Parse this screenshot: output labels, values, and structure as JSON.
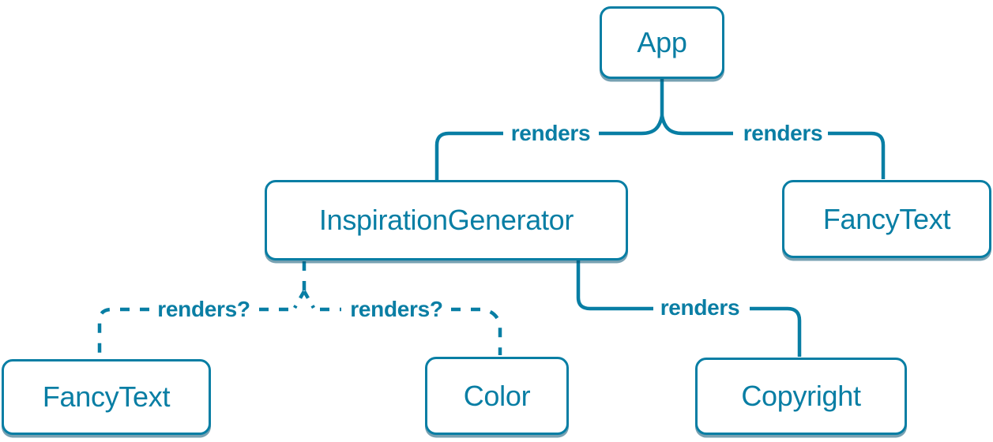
{
  "colors": {
    "accent": "#087ea4",
    "node_background": "#ffffff",
    "node_shadow": "rgba(7,84,115,0.55)"
  },
  "nodes": [
    {
      "id": "app",
      "label": "App"
    },
    {
      "id": "inspiration-generator",
      "label": "InspirationGenerator"
    },
    {
      "id": "fancy-text-top",
      "label": "FancyText"
    },
    {
      "id": "fancy-text-bottom",
      "label": "FancyText"
    },
    {
      "id": "color",
      "label": "Color"
    },
    {
      "id": "copyright",
      "label": "Copyright"
    }
  ],
  "edges": [
    {
      "from": "app",
      "to": "inspiration-generator",
      "label": "renders",
      "style": "solid"
    },
    {
      "from": "app",
      "to": "fancy-text-top",
      "label": "renders",
      "style": "solid"
    },
    {
      "from": "inspiration-generator",
      "to": "fancy-text-bottom",
      "label": "renders?",
      "style": "dashed"
    },
    {
      "from": "inspiration-generator",
      "to": "color",
      "label": "renders?",
      "style": "dashed"
    },
    {
      "from": "inspiration-generator",
      "to": "copyright",
      "label": "renders",
      "style": "solid"
    }
  ]
}
